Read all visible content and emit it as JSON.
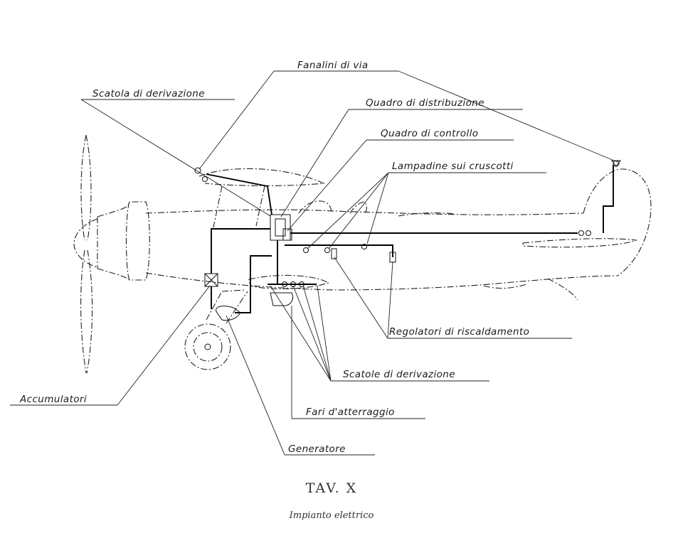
{
  "labels": {
    "fanalini_di_via": "Fanalini di via",
    "scatola_di_derivazione": "Scatola di derivazione",
    "quadro_di_distribuzione": "Quadro di distribuzione",
    "quadro_di_controllo": "Quadro di controllo",
    "lampadine_sui_cruscotti": "Lampadine sui cruscotti",
    "regolatori_di_riscaldamento": "Regolatori di riscaldamento",
    "scatole_di_derivazione": "Scatole di derivazione",
    "fari_d_atterraggio": "Fari d'atterraggio",
    "accumulatori": "Accumulatori",
    "generatore": "Generatore"
  },
  "caption": {
    "title": "TAV. X",
    "subtitle": "Impianto elettrico"
  }
}
